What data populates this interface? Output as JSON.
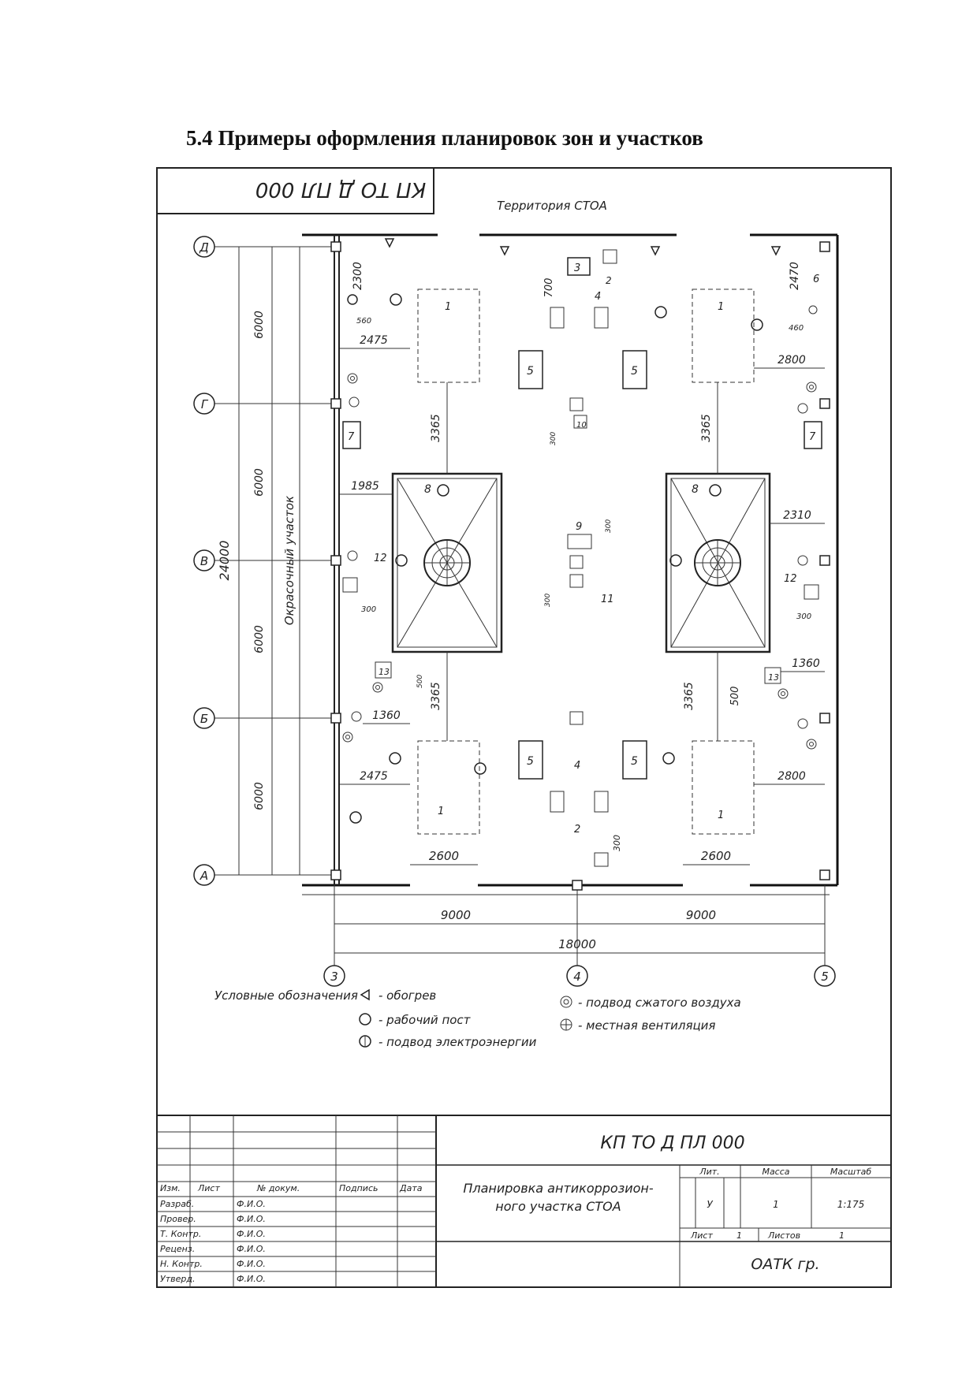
{
  "page_heading": "5.4 Примеры оформления планировок зон и участков",
  "corner_stamp": "КП ТО Д ПЛ 000",
  "territory_label": "Территория СТОА",
  "axes": {
    "rows": [
      "Д",
      "Г",
      "В",
      "Б",
      "А"
    ],
    "columns": [
      "3",
      "4",
      "5"
    ]
  },
  "zone_label": "Окрасочный участок",
  "dimensions": {
    "total_height": "24000",
    "row_spans": [
      "6000",
      "6000",
      "6000",
      "6000"
    ],
    "total_width": "18000",
    "half_width": "9000",
    "door": "2600",
    "d2300": "2300",
    "d700": "700",
    "d2470": "2470",
    "d560": "560",
    "d460": "460",
    "d2475": "2475",
    "d2800": "2800",
    "d3365": "3365",
    "d1985": "1985",
    "d2310": "2310",
    "d1360": "1360",
    "d500": "500",
    "d300": "300"
  },
  "equipment_numbers": [
    "1",
    "2",
    "3",
    "4",
    "5",
    "6",
    "7",
    "8",
    "9",
    "10",
    "11",
    "12",
    "13"
  ],
  "legend": {
    "title": "Условные обозначения",
    "items": [
      "- обогрев",
      "- рабочий пост",
      "- подвод электроэнергии",
      "- подвод сжатого воздуха",
      "- местная вентиляция"
    ]
  },
  "title_block": {
    "code": "КП ТО Д ПЛ 000",
    "title_line1": "Планировка антикоррозион-",
    "title_line2": "ного участка СТОА",
    "col_headers": [
      "Изм.",
      "Лист",
      "№ докум.",
      "Подпись",
      "Дата"
    ],
    "roles": [
      "Разраб.",
      "Провер.",
      "Т. Контр.",
      "Реценз.",
      "Н. Контр.",
      "Утверд."
    ],
    "fio": "Ф.И.О.",
    "lit_label": "Лит.",
    "mass_label": "Масса",
    "scale_label": "Масштаб",
    "lit_value": "У",
    "mass_value": "1",
    "scale_value": "1:175",
    "sheet_label": "Лист",
    "sheet_value": "1",
    "sheets_label": "Листов",
    "sheets_value": "1",
    "org": "ОАТК гр."
  }
}
